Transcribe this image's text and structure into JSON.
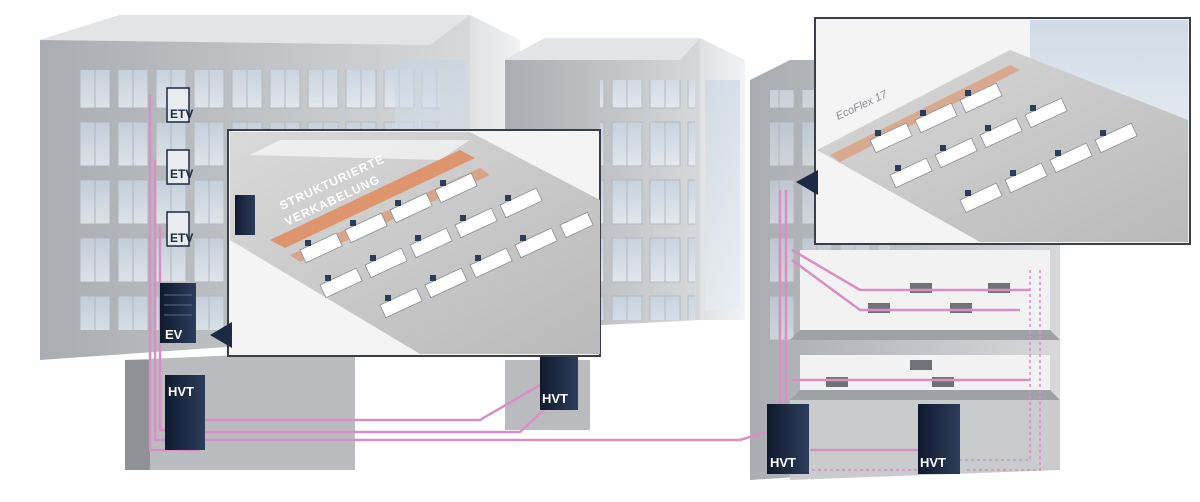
{
  "labels": {
    "ev": "EV",
    "hvt": "HVT",
    "etage": "ETV",
    "strukturierte": "STRUKTURIERTE",
    "verkabelung": "VERKABELUNG",
    "ecoflex": "EcoFlex 17"
  },
  "colors": {
    "cable": "#d98fc4",
    "copper": "#e08a5a",
    "rack": "#1c2a44",
    "building": "#c6c8cb"
  }
}
